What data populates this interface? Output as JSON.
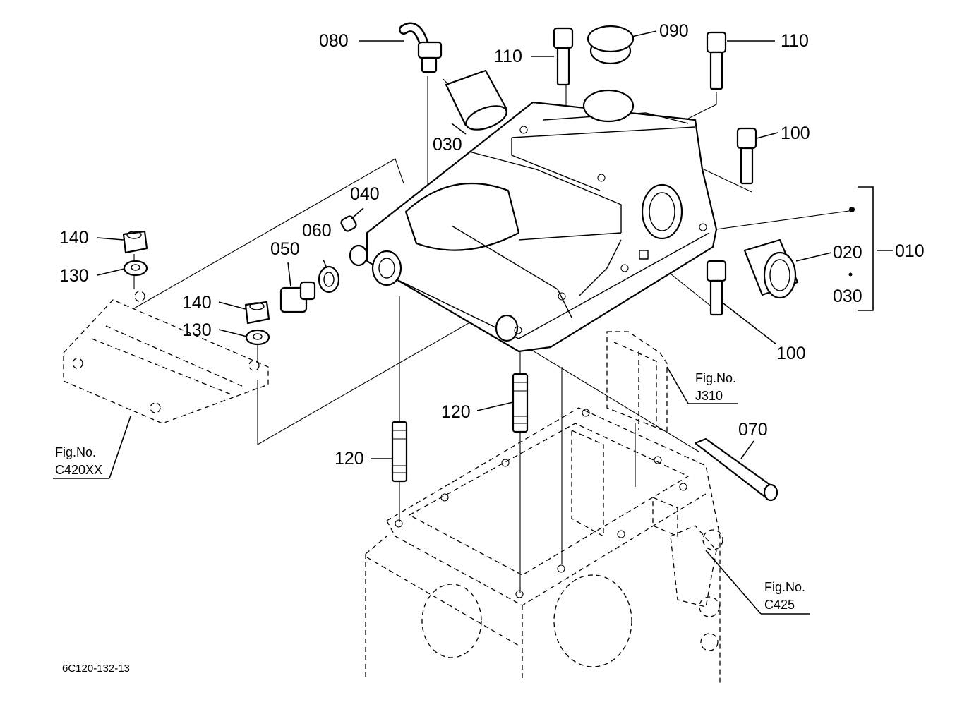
{
  "drawing_code": "6C120-132-13",
  "callouts": [
    {
      "id": "p080",
      "text": "080"
    },
    {
      "id": "p110a",
      "text": "110"
    },
    {
      "id": "p090",
      "text": "090"
    },
    {
      "id": "p110b",
      "text": "110"
    },
    {
      "id": "p030a",
      "text": "030"
    },
    {
      "id": "p100a",
      "text": "100"
    },
    {
      "id": "p040",
      "text": "040"
    },
    {
      "id": "p060",
      "text": "060"
    },
    {
      "id": "p050",
      "text": "050"
    },
    {
      "id": "p140a",
      "text": "140"
    },
    {
      "id": "p130a",
      "text": "130"
    },
    {
      "id": "p140b",
      "text": "140"
    },
    {
      "id": "p130b",
      "text": "130"
    },
    {
      "id": "p020",
      "text": "020"
    },
    {
      "id": "p010",
      "text": "010"
    },
    {
      "id": "p030b",
      "text": "030"
    },
    {
      "id": "p100b",
      "text": "100"
    },
    {
      "id": "p120a",
      "text": "120"
    },
    {
      "id": "p120b",
      "text": "120"
    },
    {
      "id": "p070",
      "text": "070"
    }
  ],
  "figure_refs": [
    {
      "id": "j310",
      "prefix": "Fig.No.",
      "code": "J310"
    },
    {
      "id": "c420xx",
      "prefix": "Fig.No.",
      "code": "C420XX"
    },
    {
      "id": "c425",
      "prefix": "Fig.No.",
      "code": "C425"
    }
  ]
}
